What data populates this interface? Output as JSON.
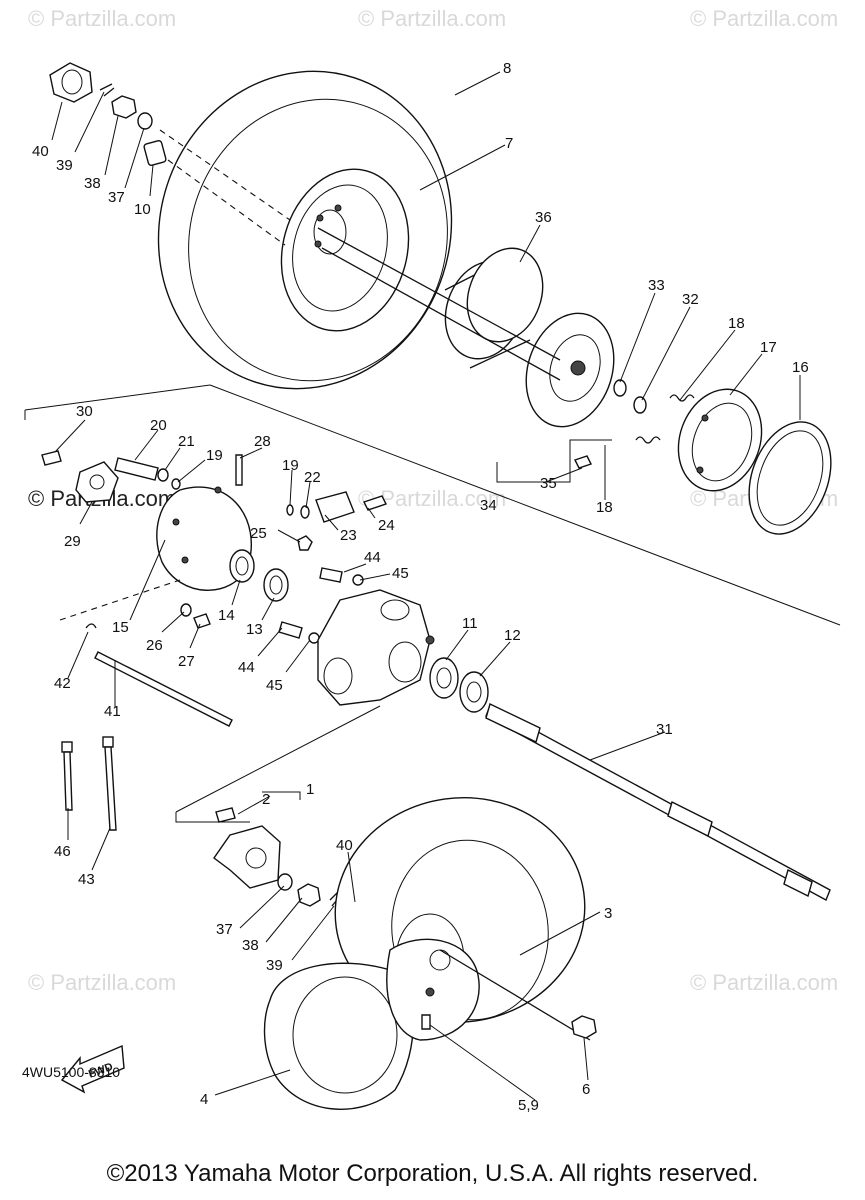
{
  "watermarks": {
    "top_left": "© Partzilla.com",
    "top_center": "© Partzilla.com",
    "top_right": "© Partzilla.com",
    "mid_left": "© Partzilla.com",
    "mid_center": "© Partzilla.com",
    "mid_right": "© Partzilla.com",
    "bottom_left": "© Partzilla.com",
    "bottom_right": "© Partzilla.com"
  },
  "callouts": [
    "8",
    "7",
    "36",
    "40",
    "39",
    "38",
    "37",
    "10",
    "33",
    "32",
    "18",
    "17",
    "16",
    "30",
    "20",
    "21",
    "19",
    "28",
    "19",
    "22",
    "24",
    "23",
    "25",
    "29",
    "35",
    "34",
    "18",
    "15",
    "14",
    "13",
    "26",
    "27",
    "44",
    "45",
    "44",
    "45",
    "11",
    "12",
    "42",
    "41",
    "31",
    "2",
    "1",
    "40",
    "46",
    "43",
    "37",
    "38",
    "39",
    "3",
    "6",
    "5,9",
    "4"
  ],
  "fwd_arrow_label": "FWD",
  "diagram_code": "4WU5100-8310",
  "copyright": "©2013 Yamaha Motor Corporation, U.S.A. All rights reserved."
}
